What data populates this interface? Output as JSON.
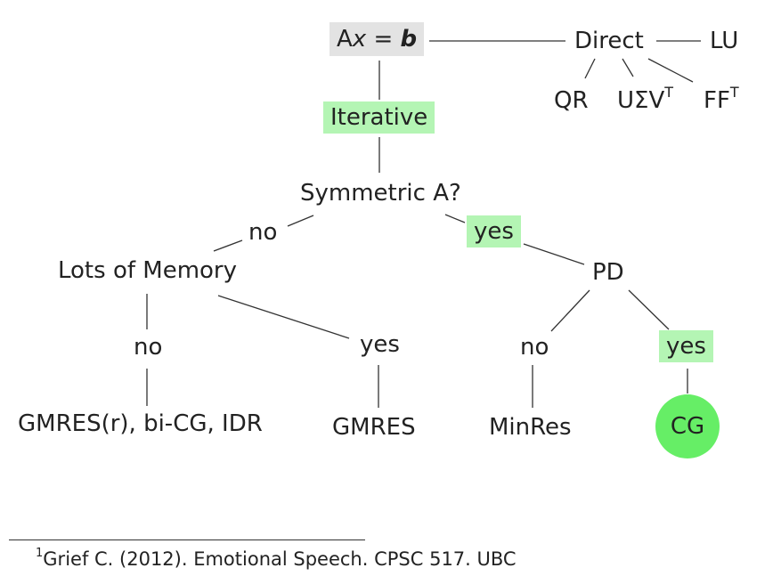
{
  "nodes": {
    "root_prefix": "A",
    "root_x": "x",
    "root_eq": " = ",
    "root_b": "b",
    "direct": "Direct",
    "lu": "LU",
    "qr": "QR",
    "usv_main": "UΣV",
    "usv_sup": "T",
    "fft_main": "FF",
    "fft_sup": "T",
    "iterative": "Iterative",
    "symmetric": "Symmetric A?",
    "sym_no": "no",
    "sym_yes": "yes",
    "memory": "Lots of Memory",
    "pd": "PD",
    "mem_no": "no",
    "mem_yes": "yes",
    "pd_no": "no",
    "pd_yes": "yes",
    "gmres_r": "GMRES(r), bi-CG, IDR",
    "gmres": "GMRES",
    "minres": "MinRes",
    "cg": "CG"
  },
  "footnote": {
    "marker": "1",
    "text": "Grief C. (2012). Emotional Speech. CPSC 517. UBC"
  },
  "colors": {
    "root_box": "#e3e3e3",
    "highlight_box": "#b4f5b4",
    "cg_circle": "#66ee66",
    "lines": "#333333"
  }
}
